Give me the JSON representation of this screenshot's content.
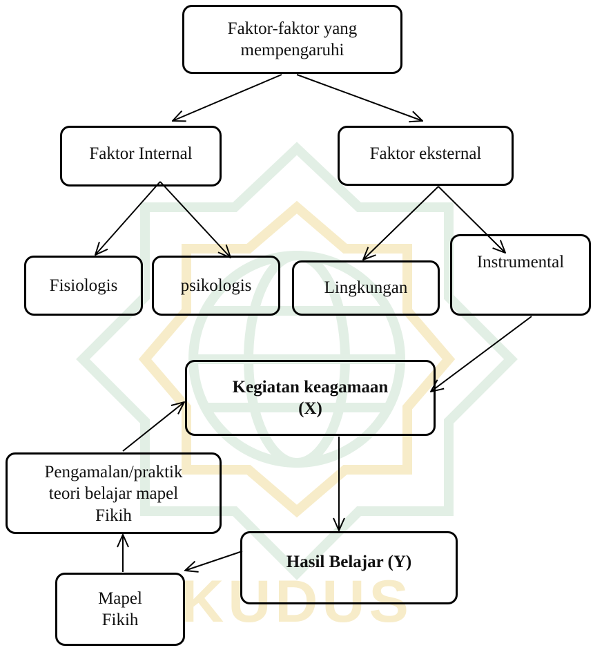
{
  "watermark": {
    "name": "university-logo-watermark",
    "text": "KUDUS",
    "colors": {
      "green": "#e2efe5",
      "gold": "#f7ecc9"
    }
  },
  "nodes": {
    "root": {
      "lines": [
        "Faktor-faktor yang",
        "mempengaruhi"
      ]
    },
    "internal": {
      "lines": [
        "Faktor Internal"
      ]
    },
    "eksternal": {
      "lines": [
        "Faktor eksternal"
      ]
    },
    "fisiologis": {
      "lines": [
        "Fisiologis"
      ]
    },
    "psikologis": {
      "lines": [
        "psikologis"
      ]
    },
    "lingkungan": {
      "lines": [
        "Lingkungan"
      ]
    },
    "instrumental": {
      "lines": [
        "Instrumental"
      ]
    },
    "kegiatan": {
      "lines": [
        "Kegiatan keagamaan",
        "(X)"
      ]
    },
    "pengamalan": {
      "lines": [
        "Pengamalan/praktik",
        "teori belajar mapel",
        "Fikih"
      ]
    },
    "hasil": {
      "lines": [
        "Hasil Belajar (Y)"
      ]
    },
    "mapel": {
      "lines": [
        "Mapel",
        "Fikih"
      ]
    }
  }
}
